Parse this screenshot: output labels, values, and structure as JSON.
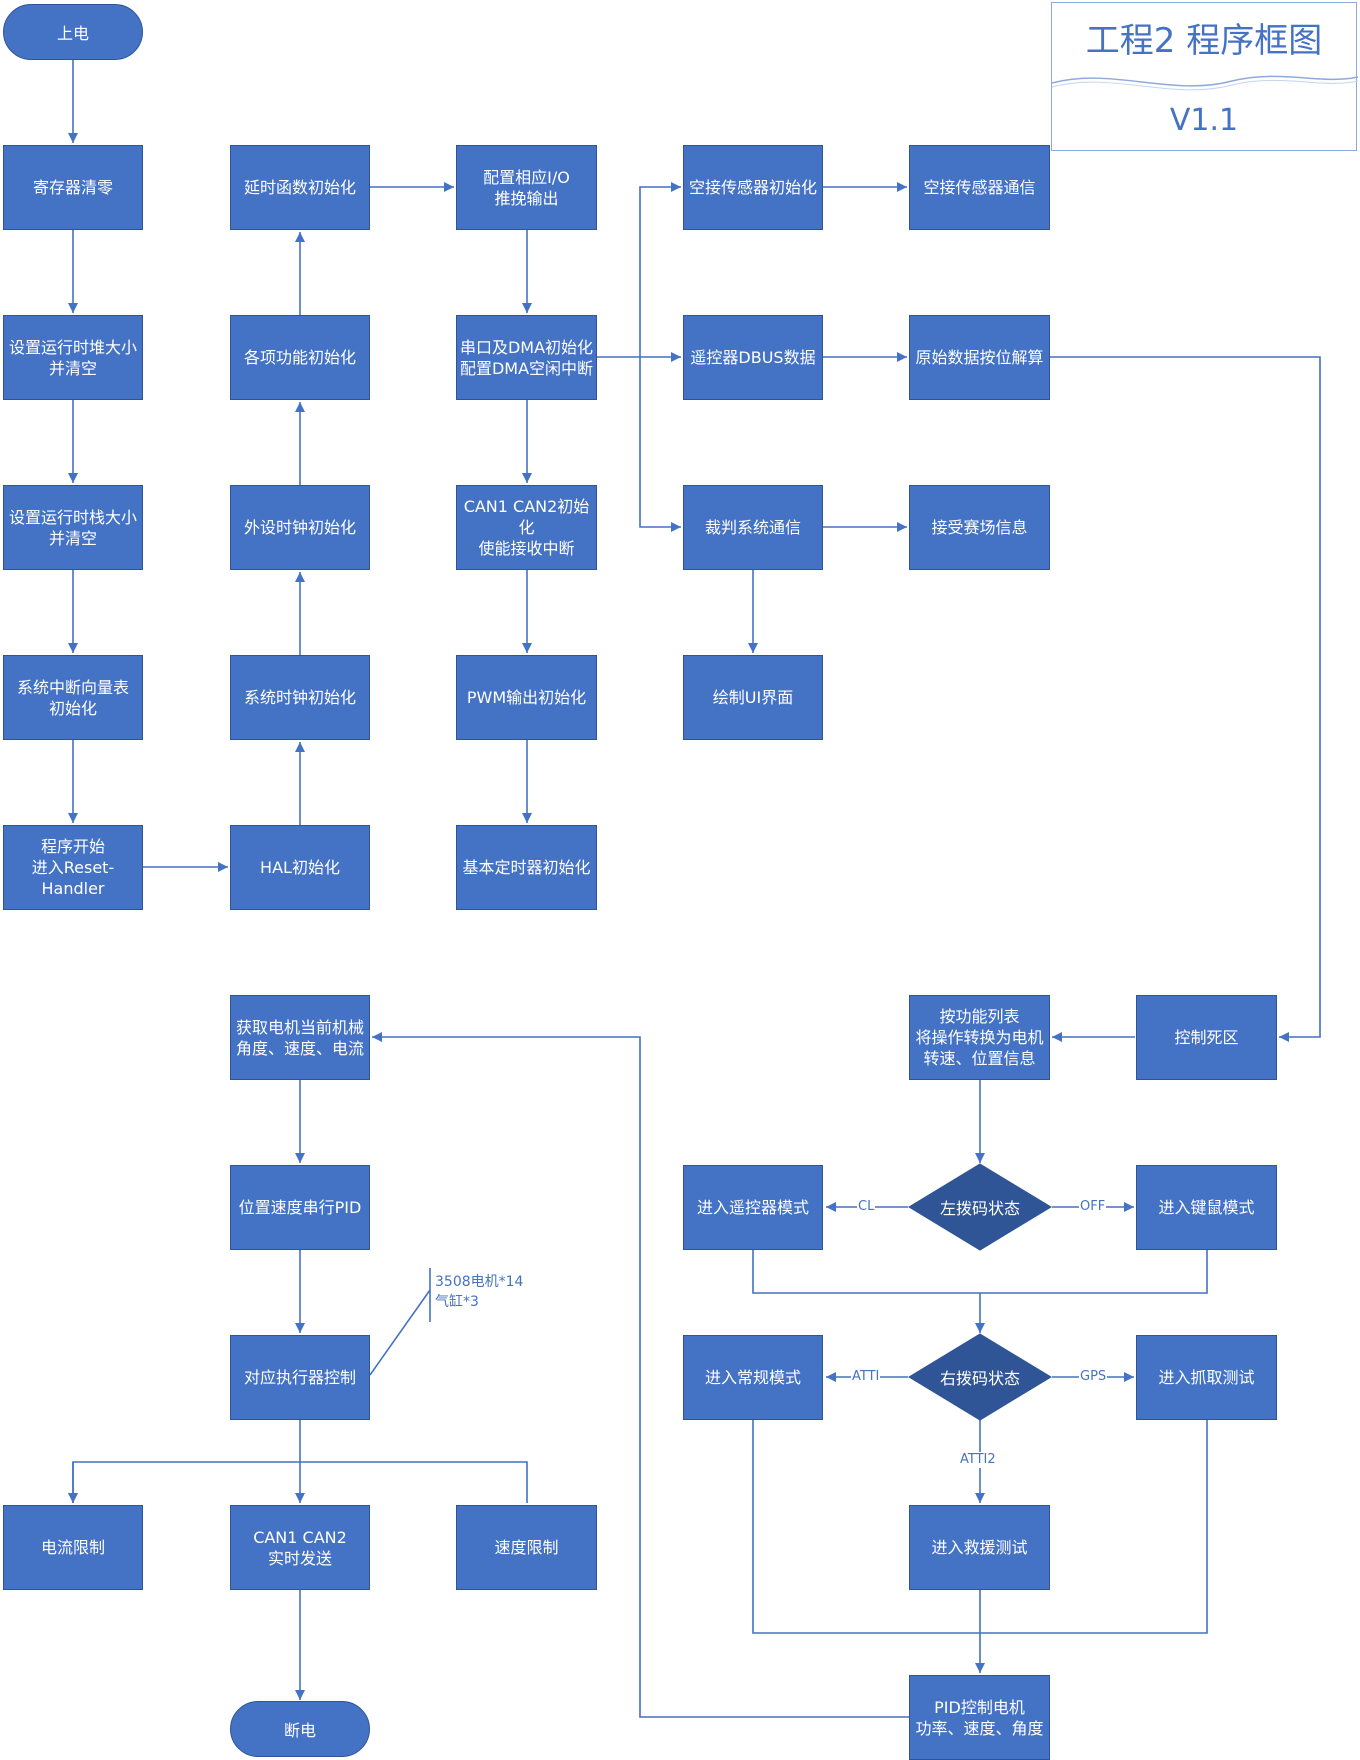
{
  "title": {
    "name": "工程2 程序框图",
    "version": "V1.1"
  },
  "colors": {
    "fill": "#4472c4",
    "border": "#2f5597",
    "line": "#4472c4",
    "text": "#ffffff"
  },
  "nodes": {
    "power_on": "上电",
    "power_off": "断电",
    "reg_clear": "寄存器清零",
    "heap": "设置运行时堆大小\n并清空",
    "stack": "设置运行时栈大小\n并清空",
    "vector": "系统中断向量表\n初始化",
    "prog_start": "程序开始\n进入Reset-Handler",
    "hal": "HAL初始化",
    "sysclk": "系统时钟初始化",
    "periclk": "外设时钟初始化",
    "func_init": "各项功能初始化",
    "delay": "延时函数初始化",
    "io": "配置相应I/O\n推挽输出",
    "uart": "串口及DMA初始化\n配置DMA空闲中断",
    "can_init": "CAN1 CAN2初始化\n使能接收中断",
    "pwm": "PWM输出初始化",
    "timer": "基本定时器初始化",
    "sensor_init": "空接传感器初始化",
    "sensor_comm": "空接传感器通信",
    "dbus": "遥控器DBUS数据",
    "decode": "原始数据按位解算",
    "referee": "裁判系统通信",
    "field_info": "接受赛场信息",
    "ui": "绘制UI界面",
    "deadzone": "控制死区",
    "func_list": "按功能列表\n将操作转换为电机\n转速、位置信息",
    "left_sw": "左拨码状态",
    "rc_mode": "进入遥控器模式",
    "km_mode": "进入键鼠模式",
    "right_sw": "右拨码状态",
    "normal_mode": "进入常规模式",
    "grab_test": "进入抓取测试",
    "rescue_test": "进入救援测试",
    "pid_motor": "PID控制电机\n功率、速度、角度",
    "get_motor": "获取电机当前机械\n角度、速度、电流",
    "pid_cascade": "位置速度串行PID",
    "actuator": "对应执行器控制",
    "current_limit": "电流限制",
    "can_send": "CAN1 CAN2\n实时发送",
    "speed_limit": "速度限制"
  },
  "edge_labels": {
    "cl": "CL",
    "off": "OFF",
    "atti": "ATTI",
    "gps": "GPS",
    "atti2": "ATTI2"
  },
  "annotation": "3508电机*14\n气缸*3"
}
